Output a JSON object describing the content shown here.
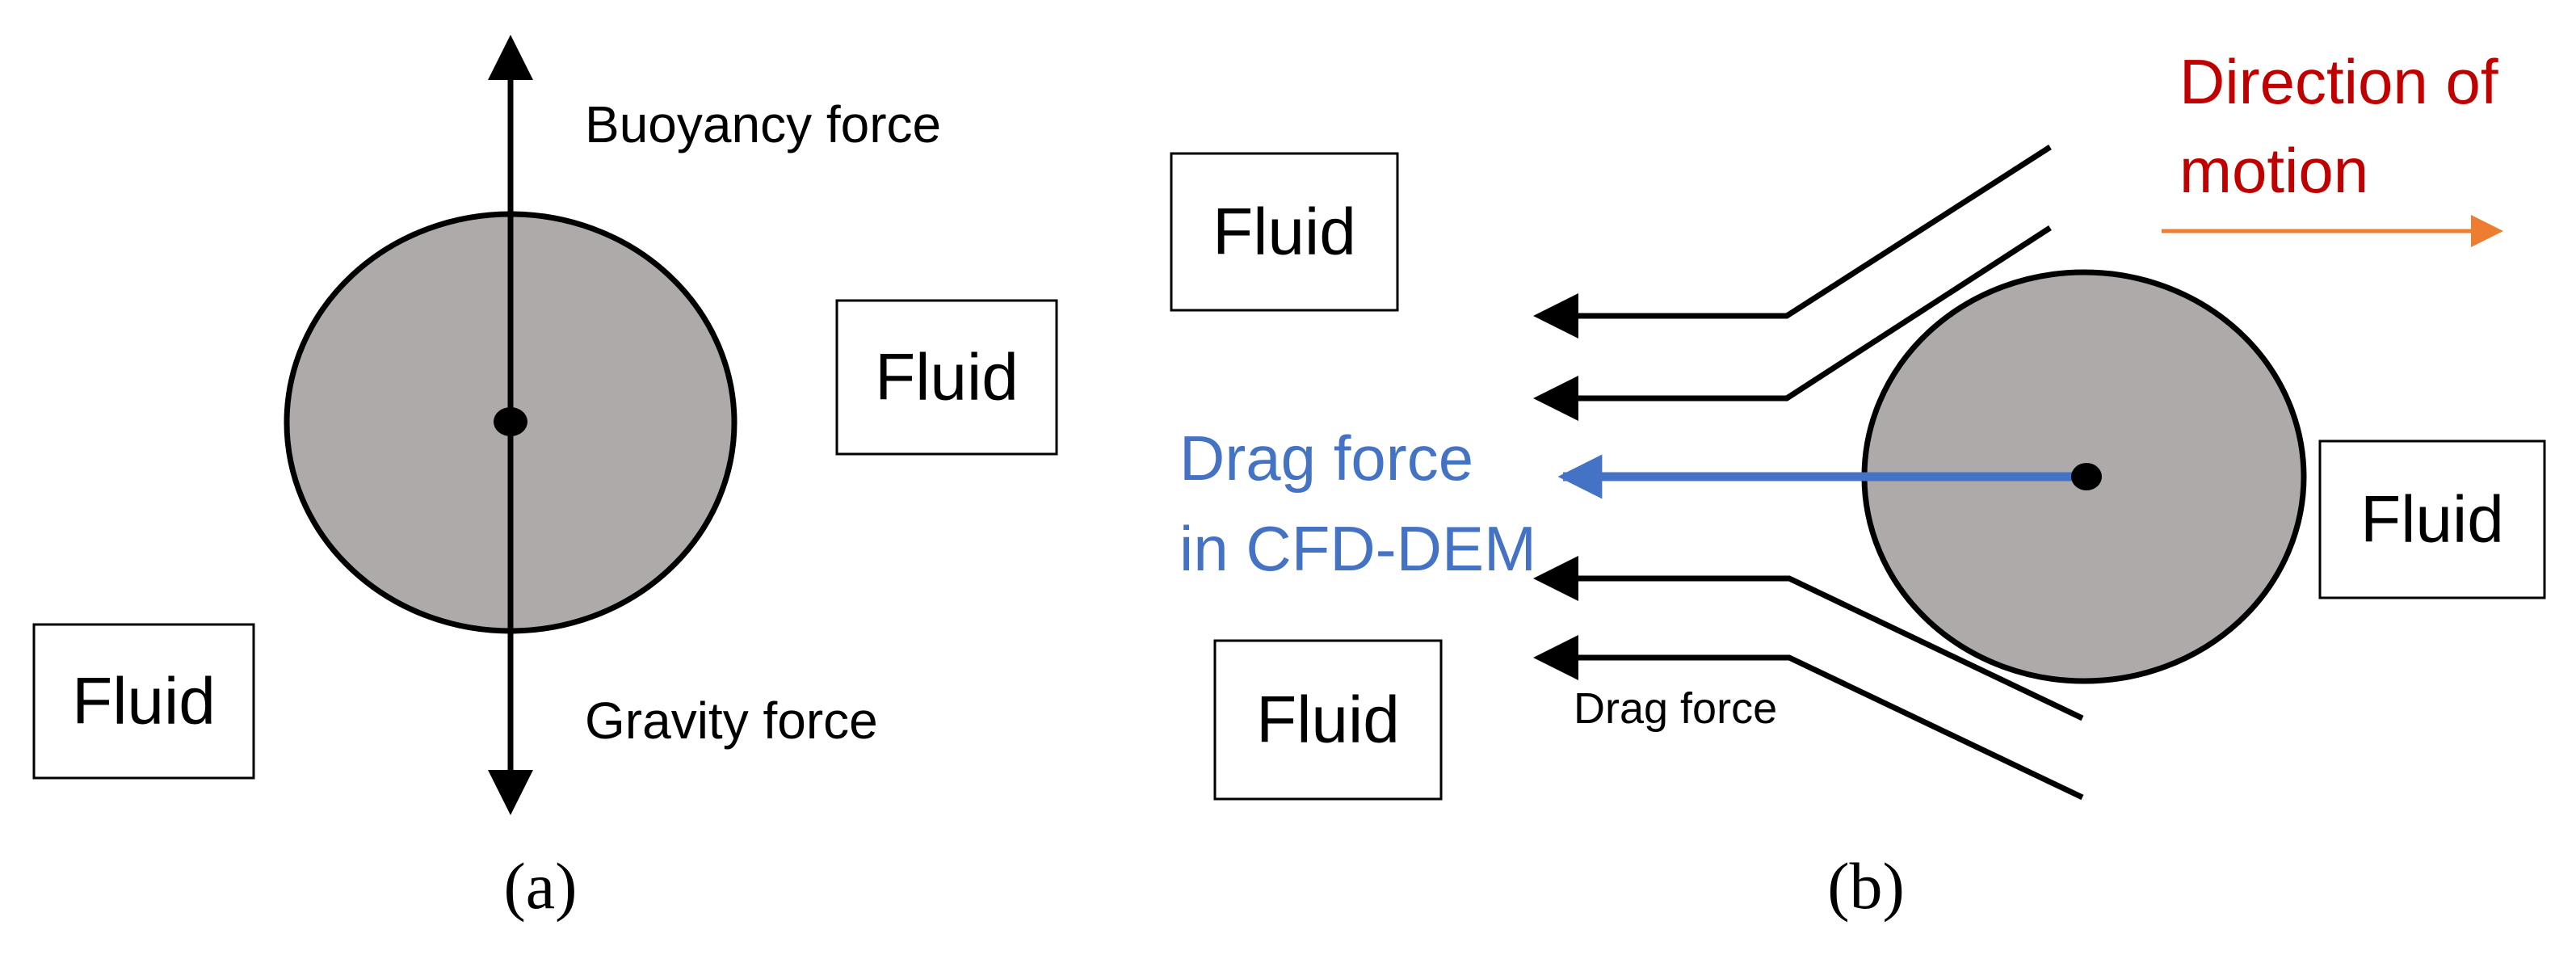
{
  "panel_a": {
    "buoyancy_label": "Buoyancy force",
    "gravity_label": "Gravity force",
    "fluid_labels": [
      "Fluid",
      "Fluid"
    ],
    "caption": "(a)"
  },
  "panel_b": {
    "fluid_labels": [
      "Fluid",
      "Fluid",
      "Fluid"
    ],
    "direction_label_line1": "Direction of",
    "direction_label_line2": "motion",
    "cfd_drag_label_line1": "Drag force",
    "cfd_drag_label_line2": "in CFD-DEM",
    "drag_label": "Drag force",
    "caption": "(b)"
  },
  "colors": {
    "particle_fill": "#AEAAAA",
    "outline": "#000000",
    "direction_text": "#C00000",
    "direction_arrow": "#ED7D31",
    "cfd_drag": "#4472C4"
  }
}
